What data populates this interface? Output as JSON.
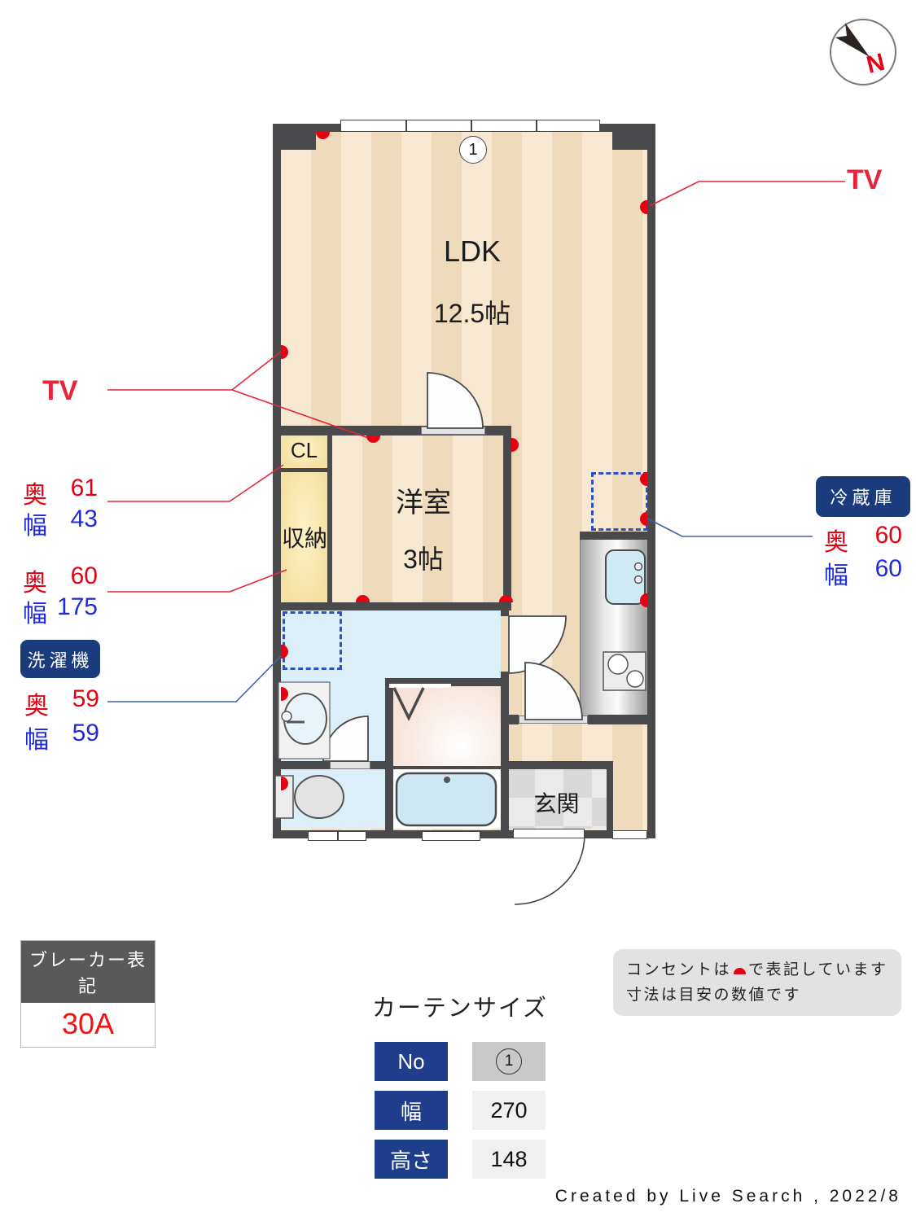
{
  "colors": {
    "wall": "#4a4a4d",
    "floor_light": "#f6e8d1",
    "floor_dark": "#eddbbc",
    "accent_red": "#e60012",
    "accent_blue": "#1f2bd8",
    "label_navy": "#1b3c7c",
    "table_navy": "#1e3e8c",
    "leader_blue": "#3c62aa",
    "dashed_blue": "#2b50c8",
    "breaker_gray": "#595959"
  },
  "compass": {
    "north_label": "N"
  },
  "plan": {
    "ldk": {
      "name": "LDK",
      "size": "12.5帖"
    },
    "youshitsu": {
      "name": "洋室",
      "size": "3帖"
    },
    "cl": {
      "name": "CL"
    },
    "storage": {
      "name": "収納"
    },
    "genkan": {
      "name": "玄関"
    },
    "curtain_marker": "1"
  },
  "ann": {
    "tv_left": "TV",
    "tv_right": "TV",
    "cl_depth_label": "奥",
    "cl_depth": "61",
    "cl_width_label": "幅",
    "cl_width": "43",
    "st_depth_label": "奥",
    "st_depth": "60",
    "st_width_label": "幅",
    "st_width": "175",
    "washer_title": "洗濯機",
    "washer_depth_label": "奥",
    "washer_depth": "59",
    "washer_width_label": "幅",
    "washer_width": "59",
    "fridge_title": "冷蔵庫",
    "fridge_depth_label": "奥",
    "fridge_depth": "60",
    "fridge_width_label": "幅",
    "fridge_width": "60"
  },
  "breaker": {
    "title": "ブレーカー表記",
    "value": "30A"
  },
  "curtain_table": {
    "title": "カーテンサイズ",
    "rows": [
      {
        "label": "No",
        "value": "1"
      },
      {
        "label": "幅",
        "value": "270"
      },
      {
        "label": "高さ",
        "value": "148"
      }
    ]
  },
  "notes": {
    "line1_before": "コンセントは",
    "line1_after": "で表記しています",
    "line2": "寸法は目安の数値です"
  },
  "credit": "Created by Live Search , 2022/8"
}
